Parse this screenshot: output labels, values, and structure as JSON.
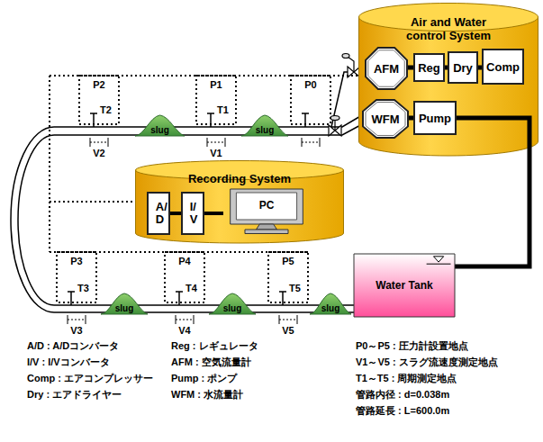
{
  "diagram": {
    "nodes": [
      {
        "text": [
          "Air and Water control System"
        ]
      },
      {
        "text": [
          "AFM"
        ],
        "in": 0
      },
      {
        "text": [
          "Reg"
        ],
        "in": 0
      },
      {
        "text": [
          "Dry"
        ],
        "in": 0
      },
      {
        "text": [
          "Comp"
        ],
        "in": 0
      },
      {
        "text": [
          "WFM"
        ],
        "in": 0
      },
      {
        "text": [
          "Pump"
        ],
        "in": 0
      },
      {
        "text": [
          "Recording System"
        ]
      },
      {
        "text": [
          "A/D"
        ],
        "in": 7
      },
      {
        "text": [
          "I/V"
        ],
        "in": 7
      },
      {
        "text": [
          "PC"
        ],
        "in": 7
      },
      {
        "text": [
          "Water Tank"
        ]
      },
      {
        "text": [
          "slug"
        ]
      },
      {
        "text": [
          "slug"
        ]
      },
      {
        "text": [
          "slug"
        ]
      },
      {
        "text": [
          "slug"
        ]
      },
      {
        "text": [
          "slug"
        ]
      }
    ],
    "edges": [
      {
        "from": 1,
        "to": 2,
        "arrow": "none"
      },
      {
        "from": 2,
        "to": 3,
        "arrow": "none"
      },
      {
        "from": 3,
        "to": 4,
        "arrow": "none"
      },
      {
        "from": 5,
        "to": 6,
        "arrow": "none"
      },
      {
        "from": 6,
        "to": 11,
        "arrow": "none"
      },
      {
        "from": 8,
        "to": 9,
        "arrow": "none"
      },
      {
        "from": 9,
        "to": 10,
        "arrow": "none"
      }
    ],
    "labels": [
      "P2",
      "T2",
      "V2",
      "P1",
      "T1",
      "V1",
      "P0",
      "P3",
      "T3",
      "V3",
      "P4",
      "T4",
      "V4",
      "P5",
      "T5",
      "V5",
      "A/D : A/Dコンバータ",
      "Reg : レギュレータ",
      "P0～P5 : 圧力計設置地点",
      "I/V : I/Vコンバータ",
      "AFM : 空気流量計",
      "V1～V5 : スラグ流速度測定地点",
      "Comp : エアコンプレッサー",
      "Pump : ポンプ",
      "T1～T5 : 周期測定地点",
      "Dry : エアドライヤー",
      "WFM : 水流量計",
      "管路内径 : d=0.038m",
      "管路延長 : L=600.0m"
    ]
  }
}
